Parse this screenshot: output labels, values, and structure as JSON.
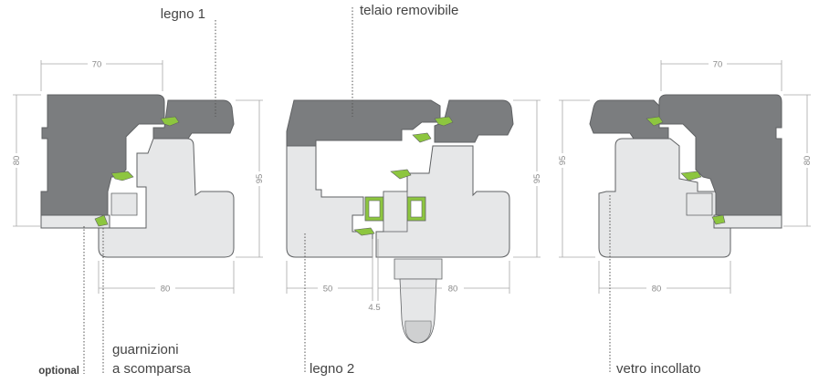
{
  "labels": {
    "legno1": "legno 1",
    "telaio": "telaio removibile",
    "optional": "optional",
    "guarnizioni_1": "guarnizioni",
    "guarnizioni_2": "a scomparsa",
    "legno2": "legno 2",
    "vetro": "vetro incollato"
  },
  "dimensions": {
    "left_top": "70",
    "left_height": "80",
    "left_right_height": "95",
    "left_bottom": "80",
    "mid_right_height": "95",
    "mid_bottom_left": "50",
    "mid_bottom_right": "80",
    "mid_gap": "4.5",
    "right_top": "70",
    "right_left_height": "95",
    "right_right_height": "80",
    "right_bottom": "80"
  },
  "colors": {
    "dark_wood": "#7b7d7f",
    "light_wood": "#e6e7e8",
    "gasket": "#8dc63f",
    "outline": "#5f6163",
    "dimension_line": "#a8a8a8",
    "leader": "#555555"
  }
}
